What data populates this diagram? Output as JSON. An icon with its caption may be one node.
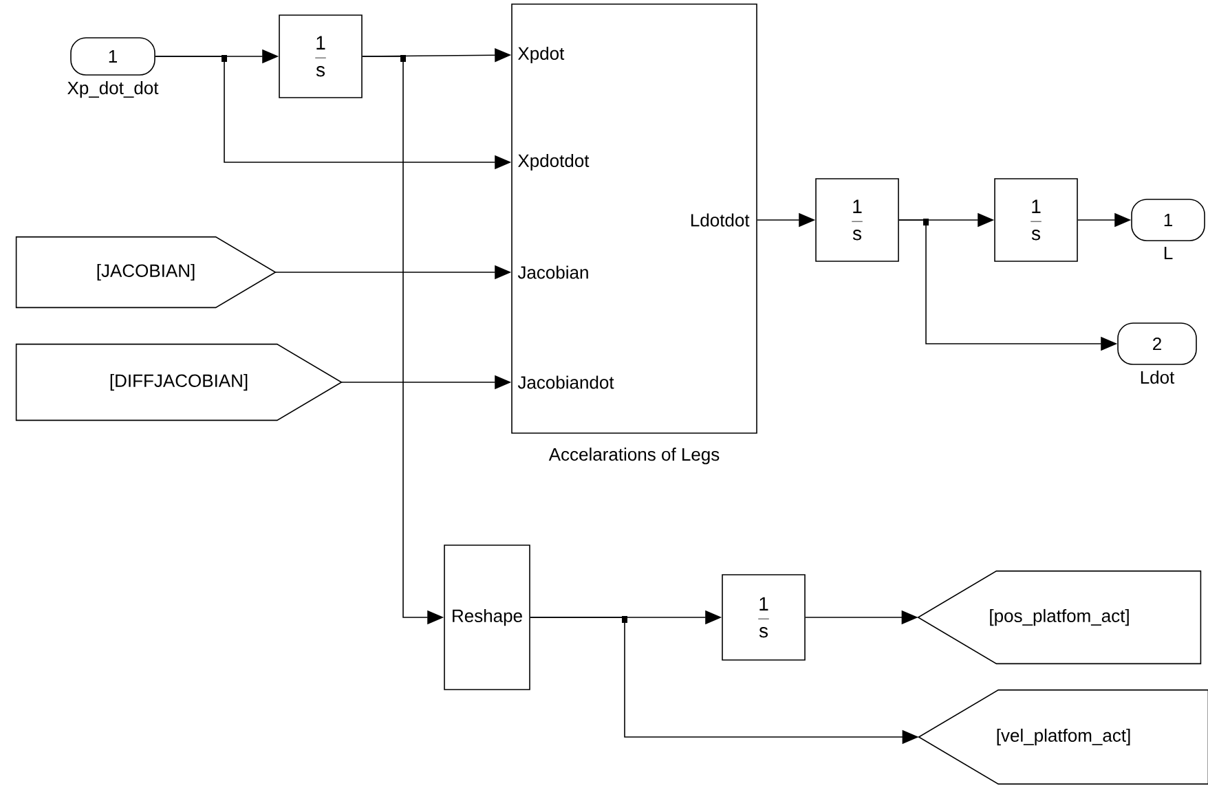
{
  "diagram": {
    "nodes": [
      {
        "text": [
          "1"
        ],
        "beside": [
          "Xp_dot_dot"
        ]
      },
      {
        "text": [
          "1",
          "s"
        ]
      },
      {
        "text": [
          "Xpdot",
          "Xpdotdot",
          "Jacobian",
          "Jacobiandot",
          "Ldotdot"
        ],
        "beside": [
          "Accelarations of Legs"
        ]
      },
      {
        "text": [
          "[JACOBIAN]"
        ]
      },
      {
        "text": [
          "[DIFFJACOBIAN]"
        ]
      },
      {
        "text": [
          "1",
          "s"
        ]
      },
      {
        "text": [
          "1",
          "s"
        ]
      },
      {
        "text": [
          "1"
        ],
        "beside": [
          "L"
        ]
      },
      {
        "text": [
          "2"
        ],
        "beside": [
          "Ldot"
        ]
      },
      {
        "text": [
          "Reshape"
        ]
      },
      {
        "text": [
          "1",
          "s"
        ]
      },
      {
        "text": [
          "[pos_platfom_act]"
        ]
      },
      {
        "text": [
          "[vel_platfom_act]"
        ]
      }
    ],
    "edges": [
      {
        "from": 0,
        "to": 1,
        "arrow": "to"
      },
      {
        "from": 0,
        "to": 2,
        "arrow": "to"
      },
      {
        "from": 1,
        "to": 2,
        "arrow": "to"
      },
      {
        "from": 1,
        "to": 9,
        "arrow": "to"
      },
      {
        "from": 3,
        "to": 2,
        "arrow": "to"
      },
      {
        "from": 4,
        "to": 2,
        "arrow": "to"
      },
      {
        "from": 2,
        "to": 5,
        "arrow": "to"
      },
      {
        "from": 5,
        "to": 6,
        "arrow": "to"
      },
      {
        "from": 6,
        "to": 7,
        "arrow": "to"
      },
      {
        "from": 5,
        "to": 8,
        "arrow": "to"
      },
      {
        "from": 9,
        "to": 10,
        "arrow": "to"
      },
      {
        "from": 10,
        "to": 11,
        "arrow": "to"
      },
      {
        "from": 9,
        "to": 12,
        "arrow": "to"
      }
    ]
  }
}
